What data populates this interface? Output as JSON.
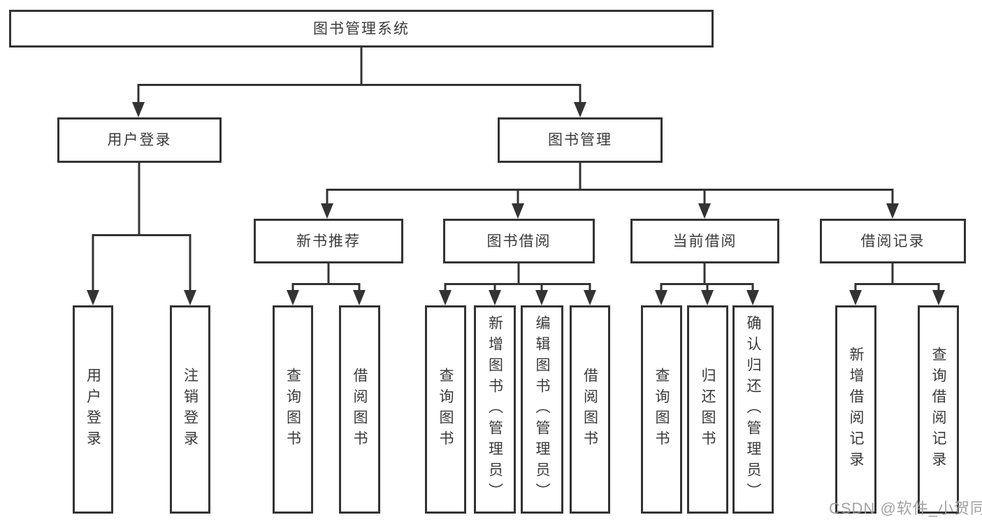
{
  "tree": {
    "root": {
      "label": "图书管理系统"
    },
    "user_login": {
      "label": "用户登录",
      "children": [
        {
          "label": "用户登录"
        },
        {
          "label": "注销登录"
        }
      ]
    },
    "book_mgmt": {
      "label": "图书管理",
      "modules": [
        {
          "label": "新书推荐",
          "children": [
            {
              "label": "查询图书"
            },
            {
              "label": "借阅图书"
            }
          ]
        },
        {
          "label": "图书借阅",
          "children": [
            {
              "label": "查询图书"
            },
            {
              "label": "新增图书（管理员）"
            },
            {
              "label": "编辑图书（管理员）"
            },
            {
              "label": "借阅图书"
            }
          ]
        },
        {
          "label": "当前借阅",
          "children": [
            {
              "label": "查询图书"
            },
            {
              "label": "归还图书"
            },
            {
              "label": "确认归还（管理员）"
            }
          ]
        },
        {
          "label": "借阅记录",
          "children": [
            {
              "label": "新增借阅记录"
            },
            {
              "label": "查询借阅记录"
            }
          ]
        }
      ]
    }
  },
  "watermark": {
    "text": "CSDN @软件_小贺同学"
  },
  "colors": {
    "line": "#333333",
    "box_border": "#333333",
    "text": "#3a3a3a",
    "watermark": "#9b9b9b",
    "background": "#ffffff"
  }
}
